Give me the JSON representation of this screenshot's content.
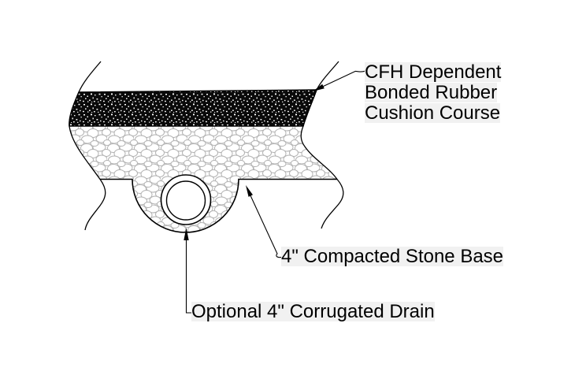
{
  "figure": {
    "type": "construction-detail-cross-section",
    "background_color": "#ffffff",
    "line_color": "#000000",
    "gravel_outline_color": "#b3b3b3",
    "rubber_fill_color": "#0a0a0a",
    "labels": {
      "rubber_course": {
        "lines": [
          "CFH Dependent",
          "Bonded Rubber",
          "Cushion Course"
        ]
      },
      "stone_base": "4\" Compacted Stone Base",
      "drain": "Optional 4\" Corrugated Drain"
    }
  }
}
